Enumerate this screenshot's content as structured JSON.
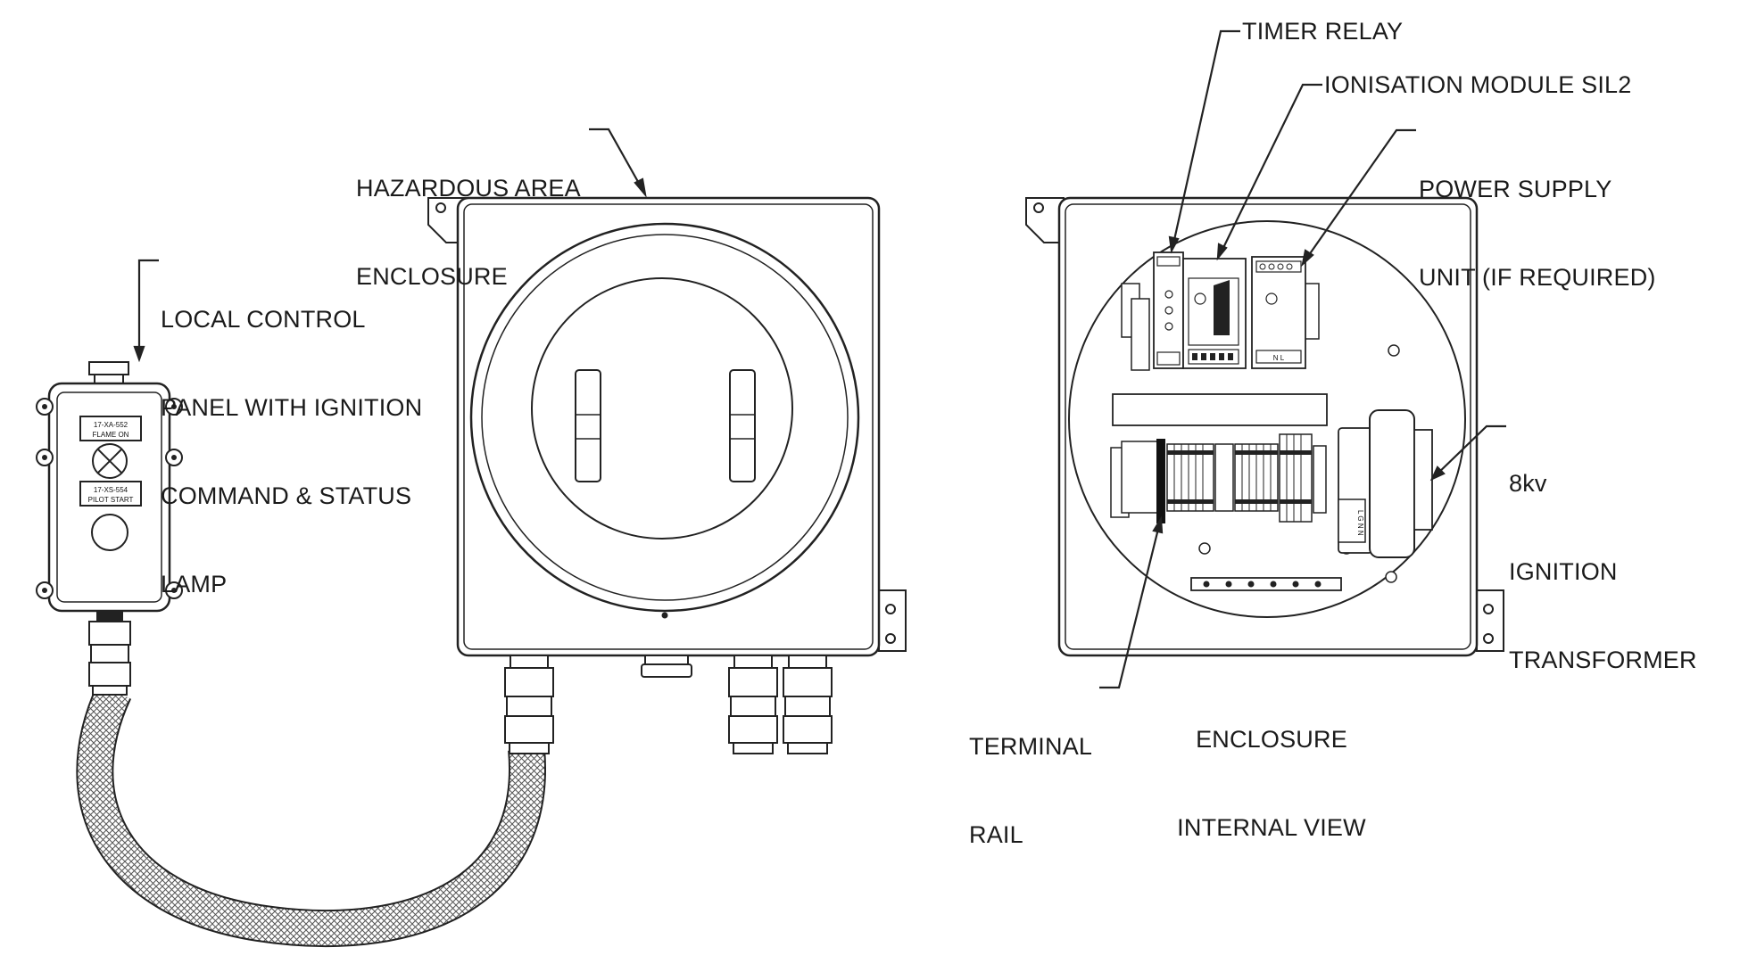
{
  "labels": {
    "hazardous_area": [
      "HAZARDOUS AREA",
      "ENCLOSURE"
    ],
    "local_control": [
      "LOCAL CONTROL",
      "PANEL WITH IGNITION",
      "COMMAND & STATUS",
      "LAMP"
    ],
    "timer_relay": "TIMER RELAY",
    "ionisation": "IONISATION MODULE SIL2",
    "power_supply": [
      "POWER SUPPLY",
      "UNIT (IF REQUIRED)"
    ],
    "transformer": [
      "8kv",
      "IGNITION",
      "TRANSFORMER"
    ],
    "terminal_rail": [
      "TERMINAL",
      "RAIL"
    ],
    "internal_view": [
      "ENCLOSURE",
      "INTERNAL VIEW"
    ]
  },
  "panel_tags": {
    "tag1_line1": "17-XA-552",
    "tag1_line2": "FLAME ON",
    "tag2_line1": "17-XS-554",
    "tag2_line2": "PILOT START"
  },
  "transformer_terminals": "L G N N",
  "psu_terminals": "N L"
}
